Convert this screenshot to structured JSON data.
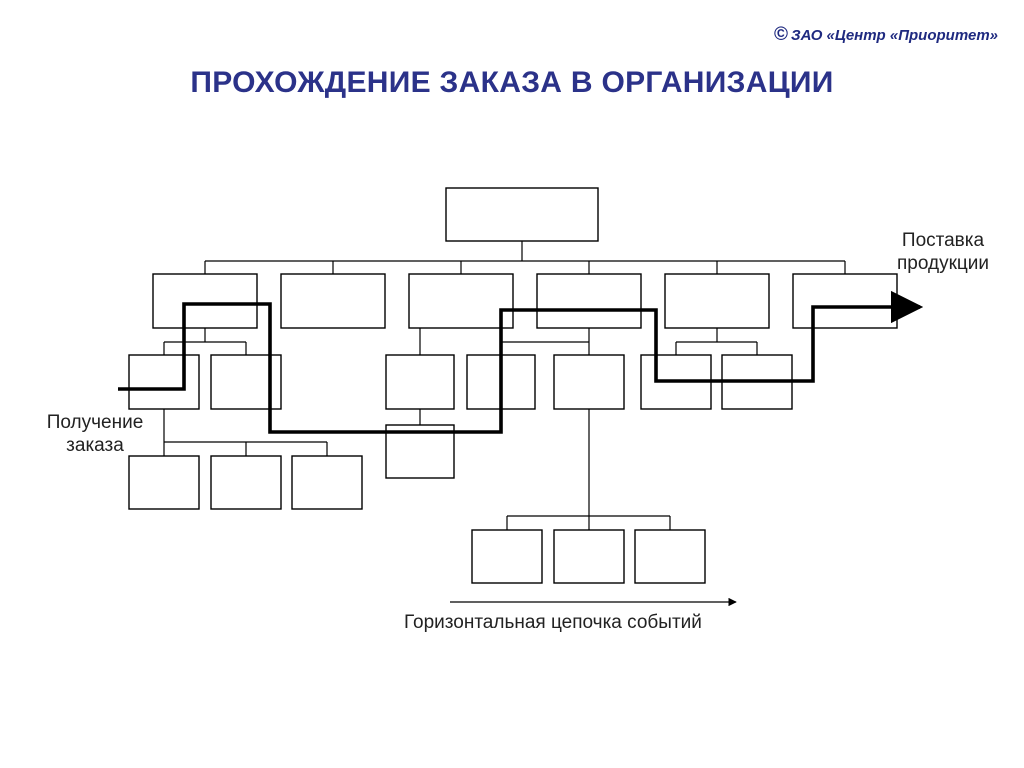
{
  "header": {
    "copyright_symbol": "©",
    "copyright_text": "ЗАО «Центр «Приоритет»",
    "title": "ПРОХОЖДЕНИЕ ЗАКАЗА В ОРГАНИЗАЦИИ"
  },
  "labels": {
    "output_line1": "Поставка",
    "output_line2": "продукции",
    "input_line1": "Получение",
    "input_line2": "заказа",
    "chain": "Горизонтальная цепочка событий"
  },
  "colors": {
    "title": "#2b3289",
    "box_stroke": "#000000",
    "path": "#000000"
  }
}
